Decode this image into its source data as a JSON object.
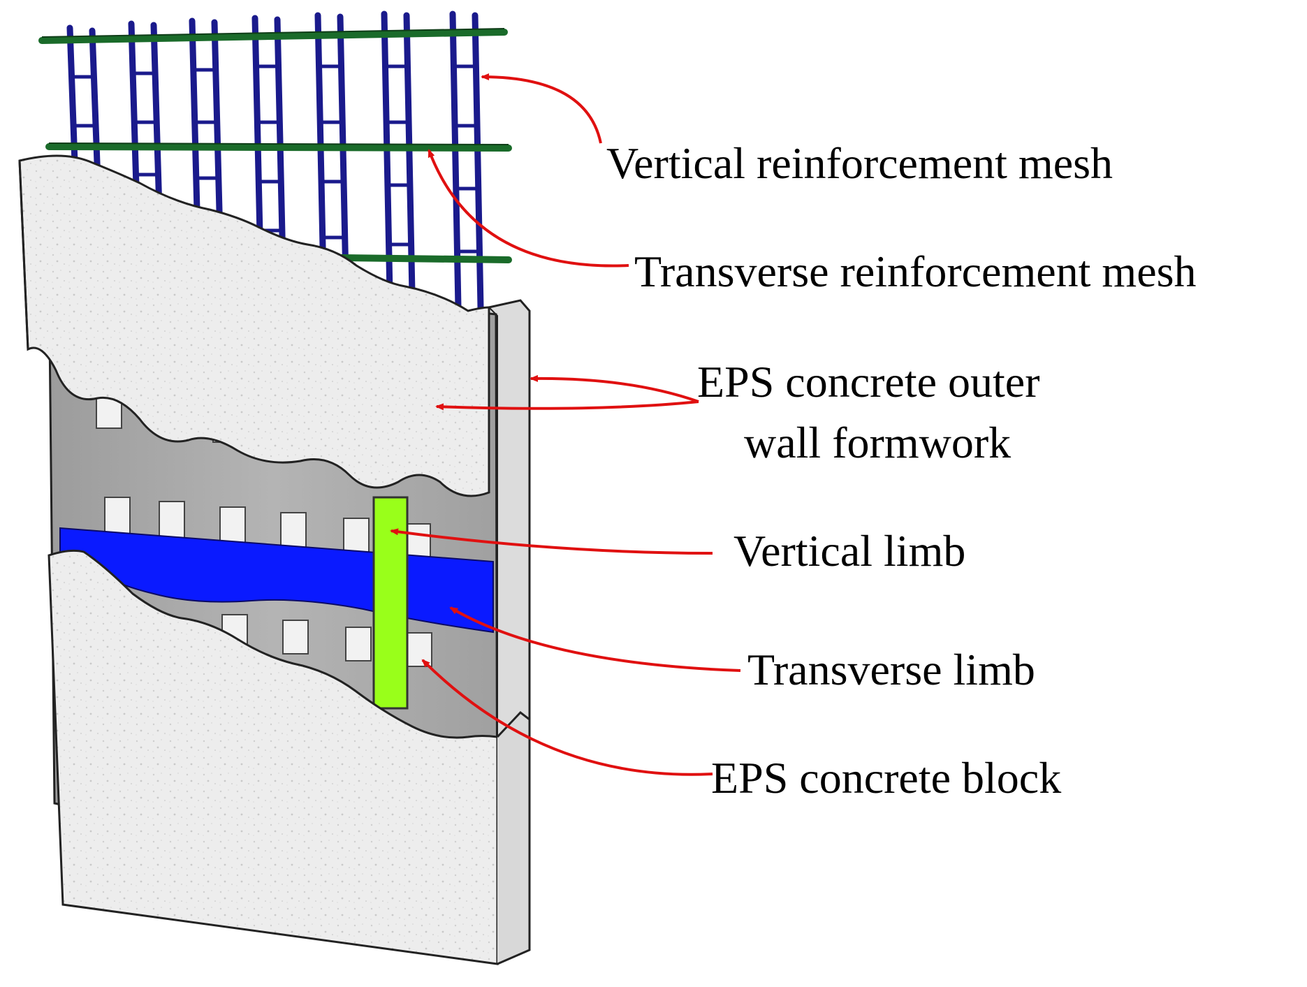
{
  "labels": {
    "vertical_mesh": "Vertical reinforcement mesh",
    "transverse_mesh": "Transverse reinforcement mesh",
    "eps_outer_line1": "EPS concrete outer",
    "eps_outer_line2": "wall formwork",
    "vertical_limb": "Vertical limb",
    "transverse_limb": "Transverse limb",
    "eps_block": "EPS concrete block"
  },
  "colors": {
    "vertical_bars": "#1a1a8c",
    "transverse_bars": "#1a6b2a",
    "transverse_limb": "#0a1aff",
    "vertical_limb": "#99ff1a",
    "leader_arrows": "#e01010",
    "concrete": "#ececec",
    "core": "#a8a8a8"
  }
}
